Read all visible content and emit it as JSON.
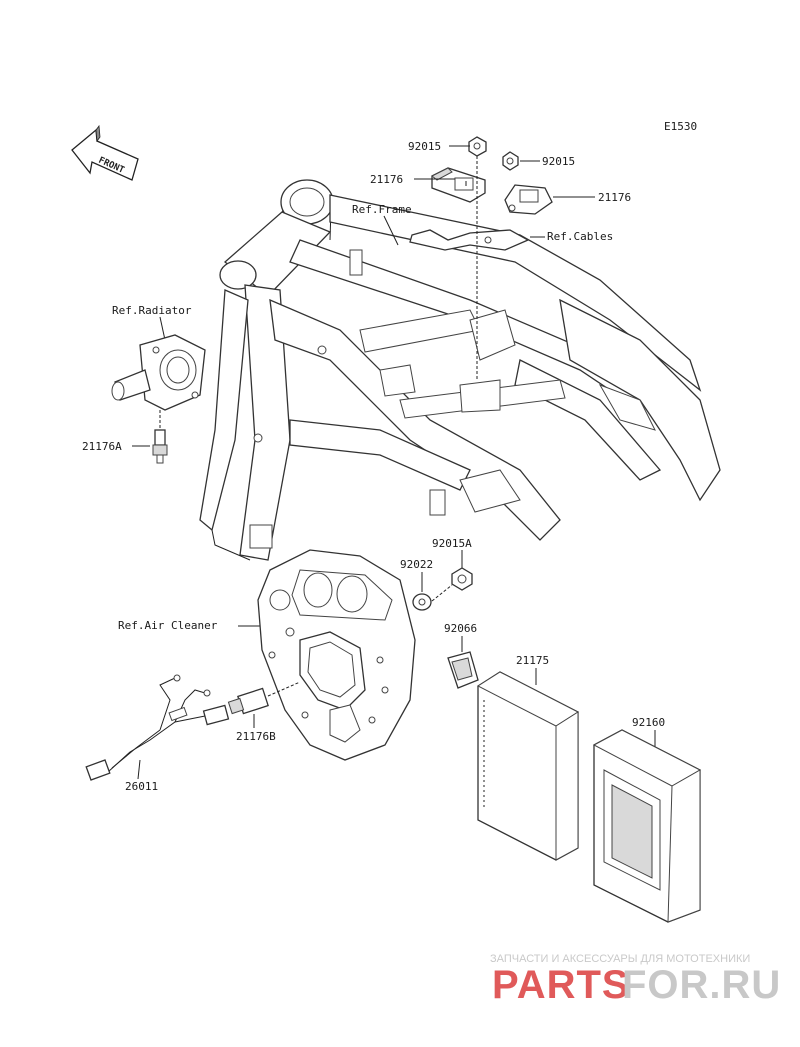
{
  "diagram_code": "E1530",
  "front_label": "FRONT",
  "refs": {
    "frame": "Ref.Frame",
    "cables": "Ref.Cables",
    "radiator": "Ref.Radiator",
    "air_cleaner": "Ref.Air Cleaner"
  },
  "parts": {
    "nut_left": "92015",
    "nut_right": "92015",
    "sensor_left": "21176",
    "sensor_right": "21176",
    "temp_sensor": "21176A",
    "nut_a": "92015A",
    "washer": "92022",
    "connector_holder": "92066",
    "ecu": "21175",
    "ecu_cover": "92160",
    "air_sensor": "21176B",
    "harness": "26011"
  },
  "watermark": {
    "tagline": "ЗАПЧАСТИ И АКСЕССУАРЫ ДЛЯ МОТОТЕХНИКИ",
    "logo_left": "PARTS",
    "logo_right": "FOR.RU",
    "color_red": "#e05a5a",
    "color_gray": "#c8c8c8"
  }
}
